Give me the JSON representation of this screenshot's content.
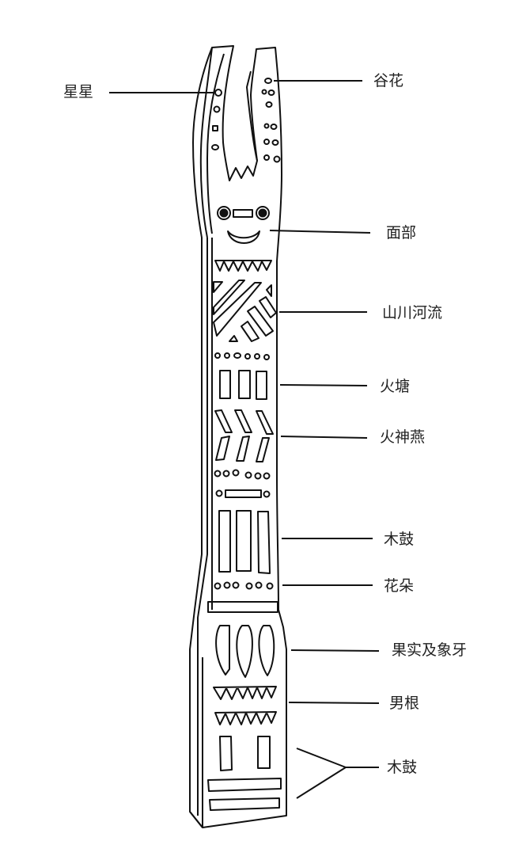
{
  "diagram": {
    "subject": "carved wooden pillar with labeled decorative motifs",
    "labels": [
      {
        "id": "stars",
        "text": "星星"
      },
      {
        "id": "grain-flowers",
        "text": "谷花"
      },
      {
        "id": "face",
        "text": "面部"
      },
      {
        "id": "mountains-rivers",
        "text": "山川河流"
      },
      {
        "id": "fire-pit",
        "text": "火塘"
      },
      {
        "id": "fire-god-swallow",
        "text": "火神燕"
      },
      {
        "id": "wooden-drum-1",
        "text": "木鼓"
      },
      {
        "id": "flowers",
        "text": "花朵"
      },
      {
        "id": "fruit-ivory",
        "text": "果实及象牙"
      },
      {
        "id": "phallus",
        "text": "男根"
      },
      {
        "id": "wooden-drum-2",
        "text": "木鼓"
      }
    ]
  }
}
